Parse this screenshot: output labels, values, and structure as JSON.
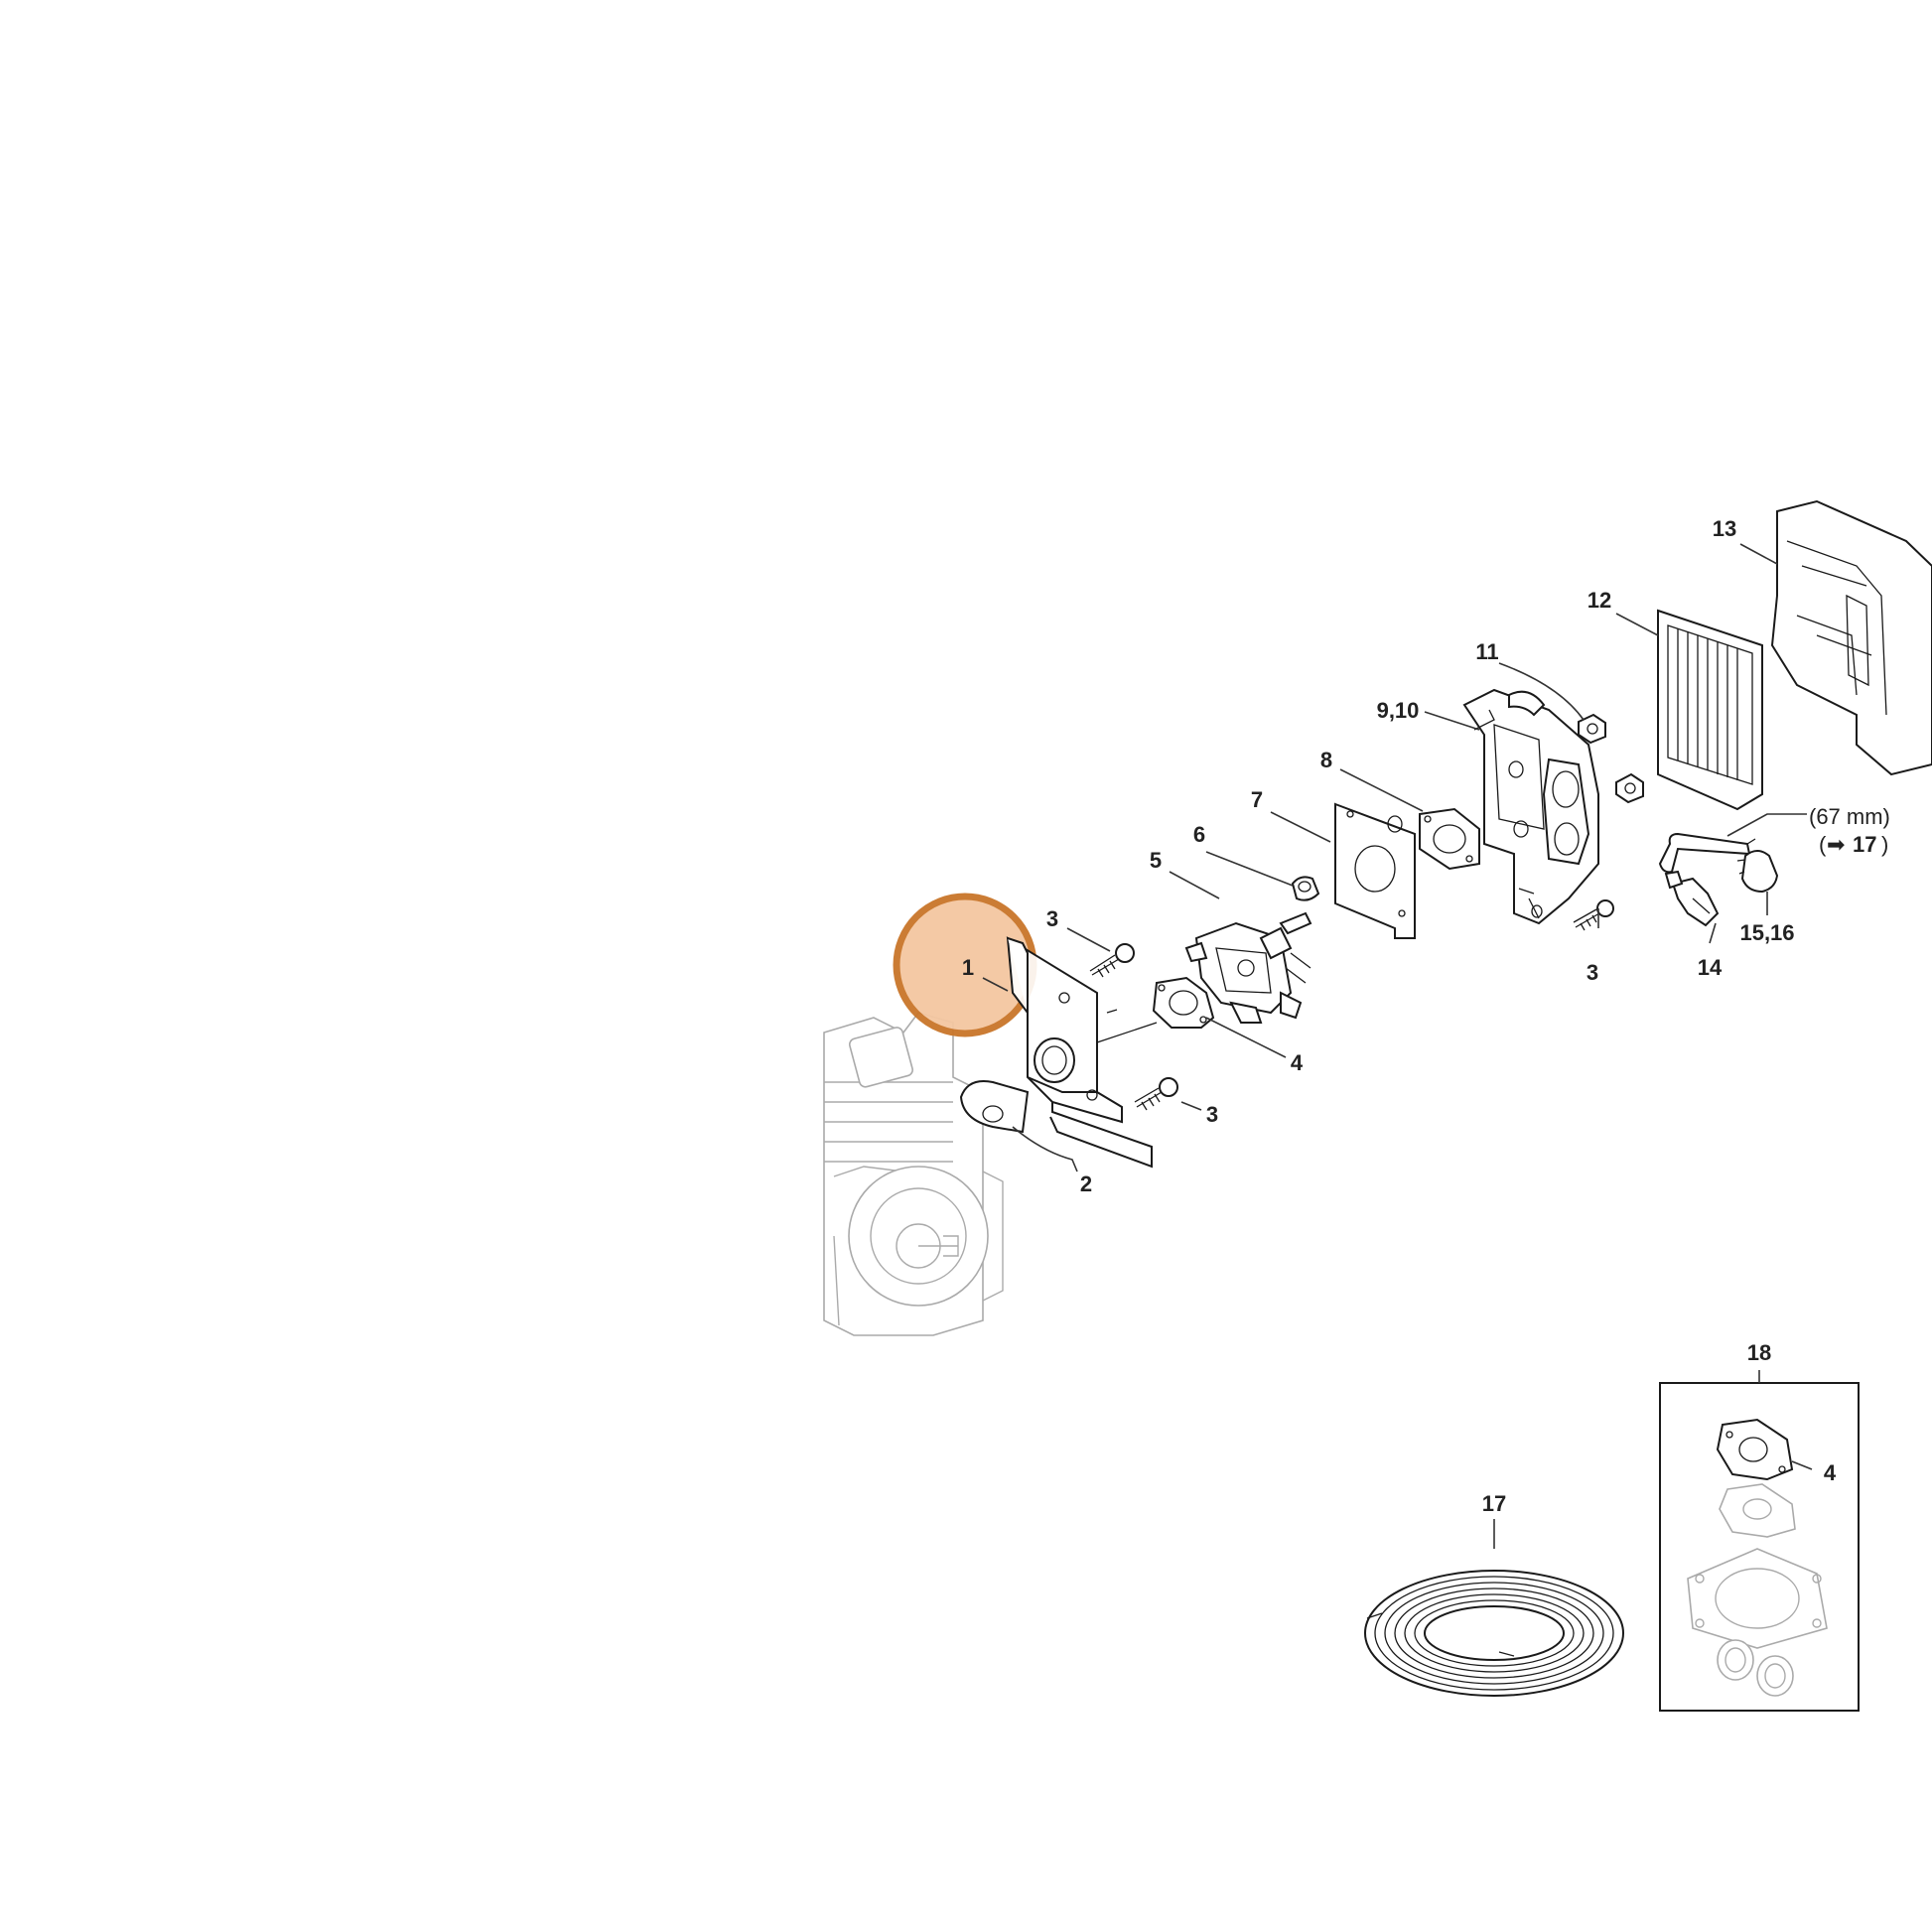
{
  "labels": {
    "l1": "1",
    "l2": "2",
    "l3a": "3",
    "l3b": "3",
    "l3c": "3",
    "l4a": "4",
    "l4b": "4",
    "l5": "5",
    "l6": "6",
    "l7": "7",
    "l8": "8",
    "l9_10": "9,10",
    "l11": "11",
    "l12": "12",
    "l13": "13",
    "l14": "14",
    "l15_16": "15,16",
    "l17": "17",
    "l18": "18"
  },
  "hose_note": {
    "length": "(67 mm)",
    "arrow": "➡",
    "ref": "17",
    "close": ")",
    "open": "("
  },
  "colors": {
    "highlight_fill": "#f4c7a1",
    "highlight_ring": "#c9762a",
    "line": "#1a1a1a",
    "ghost": "#aaaaaa"
  }
}
